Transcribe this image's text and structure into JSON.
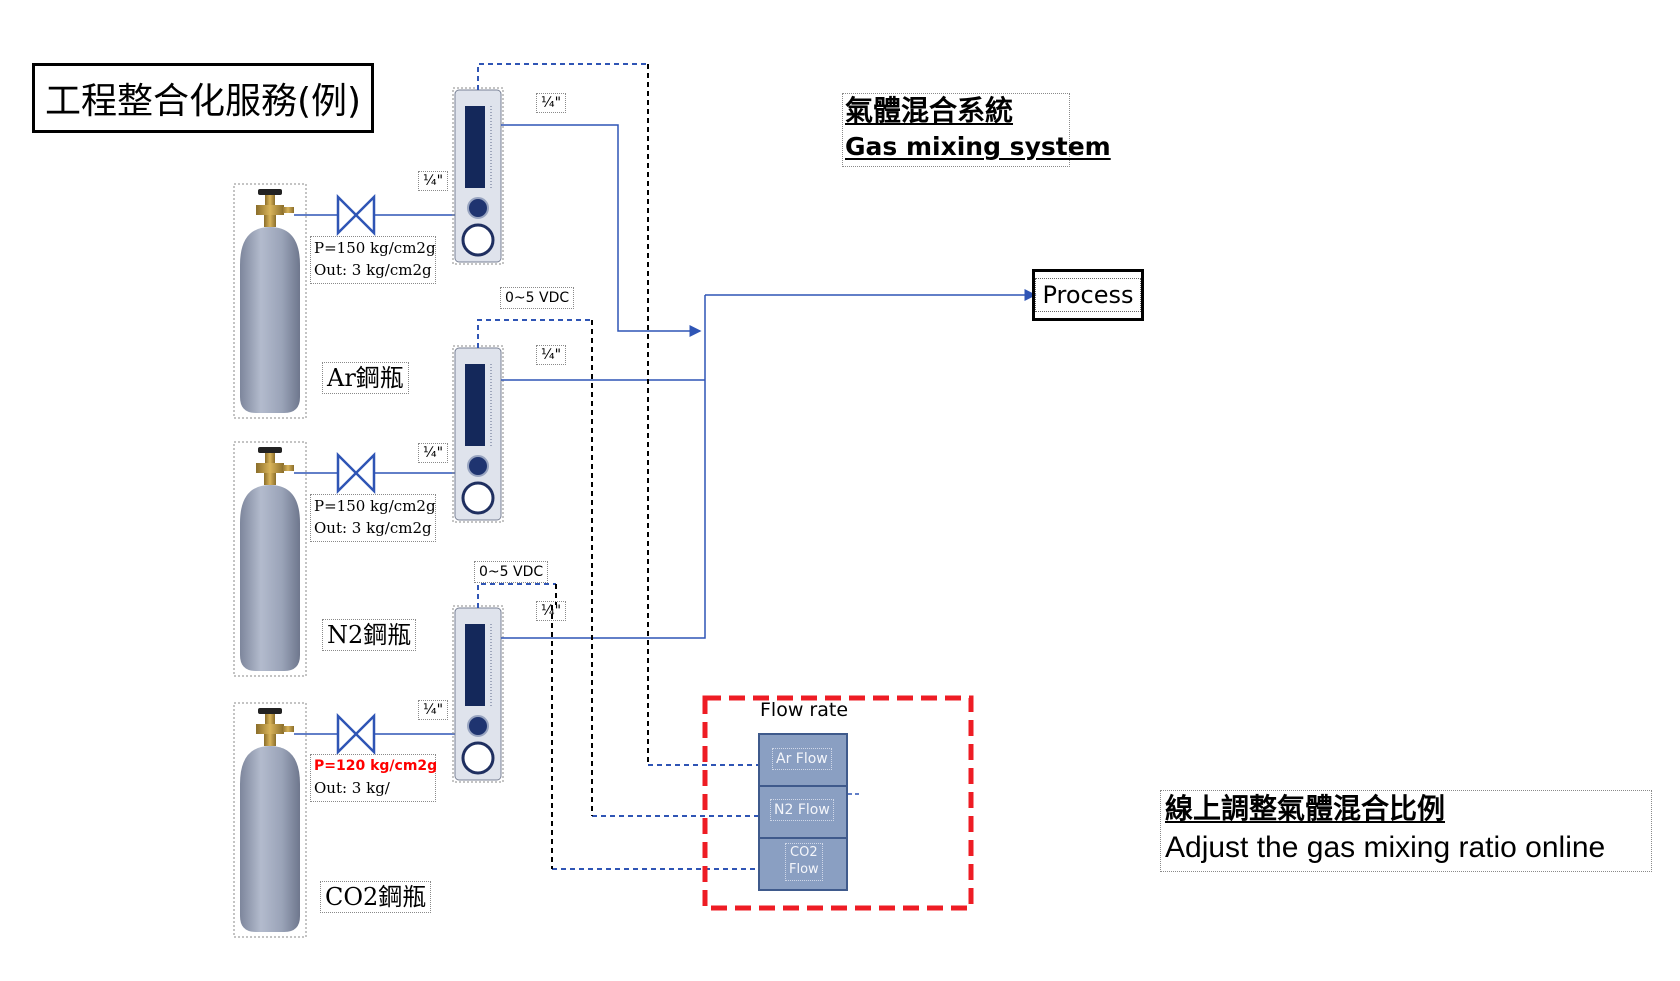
{
  "title": "工程整合化服務(例)",
  "system_title": {
    "zh": "氣體混合系統",
    "en": "Gas mixing system"
  },
  "process_label": "Process",
  "fitting_label": "¼\"",
  "signal_label": "0~5 VDC",
  "cylinders": [
    {
      "name": "Ar鋼瓶",
      "pressure": "P=150 kg/cm2g",
      "out": "Out: 3 kg/cm2g",
      "pressure_alert": false
    },
    {
      "name": "N2鋼瓶",
      "pressure": "P=150 kg/cm2g",
      "out": "Out: 3 kg/cm2g",
      "pressure_alert": false
    },
    {
      "name": "CO2鋼瓶",
      "pressure": "P=120 kg/cm2g",
      "out": "Out: 3 kg/",
      "pressure_alert": true
    }
  ],
  "controller": {
    "title": "Flow rate",
    "rows": [
      "Ar Flow",
      "N2 Flow",
      "CO2\nFlow"
    ]
  },
  "note": {
    "zh": "線上調整氣體混合比例",
    "en": "Adjust the gas mixing ratio online"
  },
  "colors": {
    "line_blue": "#2f55b5",
    "dash_black": "#000000",
    "highlight_red": "#ee1c24",
    "cylinder_body": "#9aa3b8",
    "controller_fill": "#8a9fc2"
  },
  "icons": [
    "gas-cylinder-icon",
    "valve-icon",
    "flowmeter-icon"
  ]
}
